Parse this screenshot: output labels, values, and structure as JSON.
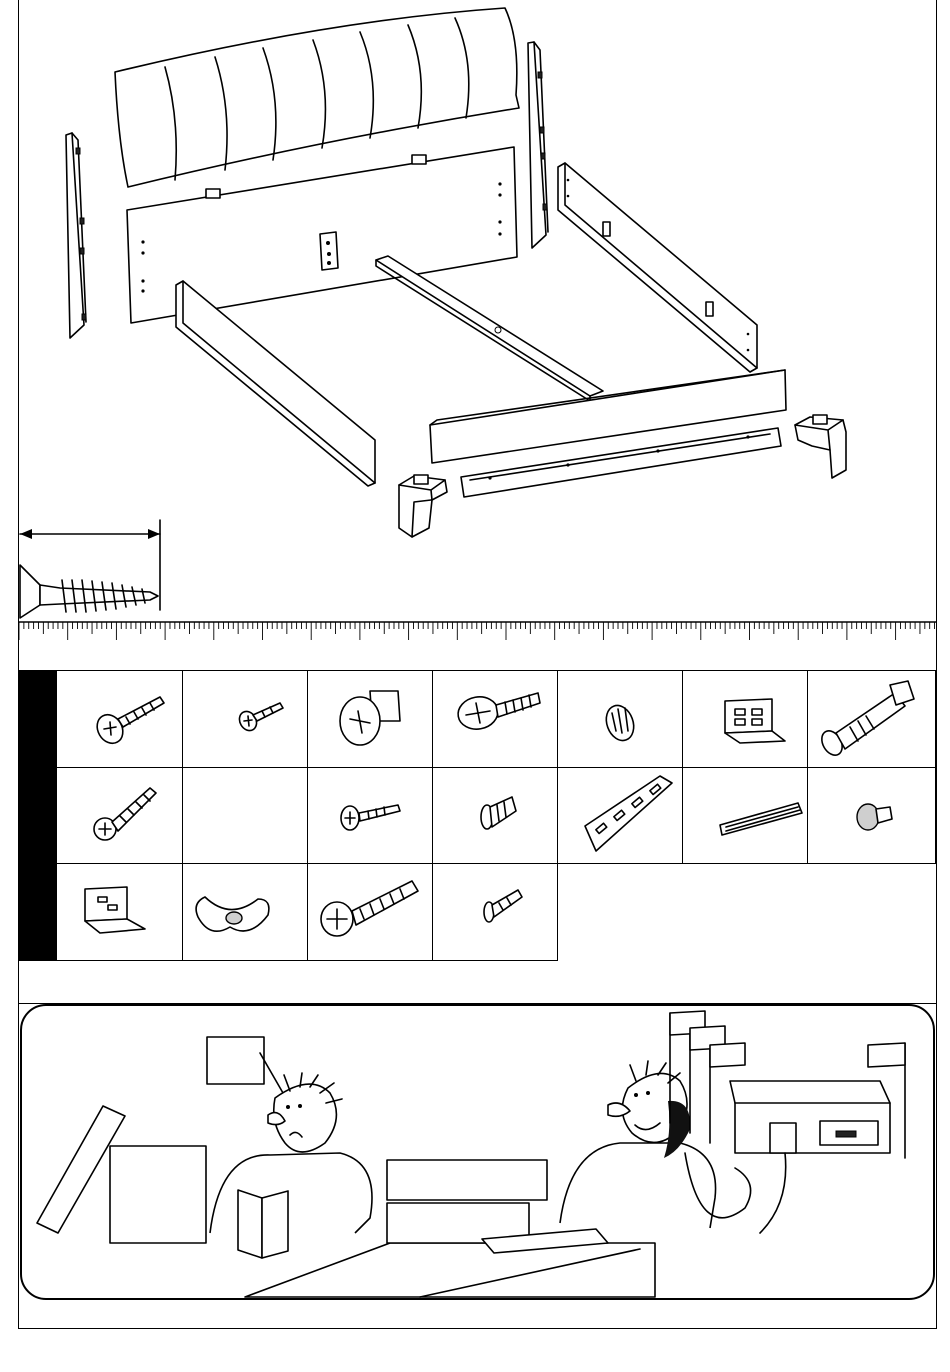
{
  "sheet": {
    "kind": "furniture assembly instruction sheet",
    "parts_overview": {
      "components": [
        "headboard-cushion",
        "headboard-panel",
        "left-leg-post",
        "right-leg-post",
        "side-rail-left",
        "side-rail-right",
        "center-beam",
        "footboard-panel",
        "foot-rail",
        "left-foot",
        "right-foot"
      ]
    },
    "screw_gauge": {
      "ruler_unit": ""
    },
    "hardware_grid": {
      "rows": [
        [
          "long-phillips-screw",
          "short-phillips-screw",
          "mushroom-connector-bolt",
          "phillips-machine-bolt",
          "cam-lock",
          "double-angle-bracket",
          "barrel-connector-nut"
        ],
        [
          "pan-head-wood-screw",
          "",
          "washer-head-screw",
          "countersunk-short-screw",
          "flat-mending-plate",
          "wooden-dowel",
          "round-glide-button"
        ],
        [
          "single-angle-bracket",
          "wing-nut",
          "long-machine-bolt",
          "countersunk-wood-screw"
        ]
      ]
    },
    "support_scene": {
      "characters": [
        "confused-customer",
        "helpful-phone-agent"
      ],
      "labels": []
    }
  }
}
